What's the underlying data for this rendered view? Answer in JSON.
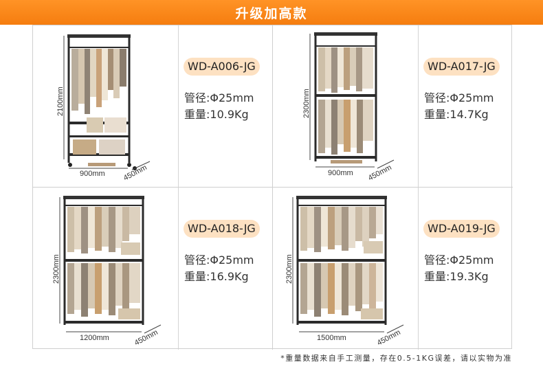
{
  "header": {
    "title": "升级加高款"
  },
  "products": [
    {
      "model": "WD-A006-JG",
      "pipe": "管径:Φ25mm",
      "weight": "重量:10.9Kg",
      "dims": {
        "height": "2100mm",
        "width": "900mm",
        "depth": "450mm"
      }
    },
    {
      "model": "WD-A017-JG",
      "pipe": "管径:Φ25mm",
      "weight": "重量:14.7Kg",
      "dims": {
        "height": "2300mm",
        "width": "900mm",
        "depth": "450mm"
      }
    },
    {
      "model": "WD-A018-JG",
      "pipe": "管径:Φ25mm",
      "weight": "重量:16.9Kg",
      "dims": {
        "height": "2300mm",
        "width": "1200mm",
        "depth": "450mm"
      }
    },
    {
      "model": "WD-A019-JG",
      "pipe": "管径:Φ25mm",
      "weight": "重量:19.3Kg",
      "dims": {
        "height": "2300mm",
        "width": "1500mm",
        "depth": "450mm"
      }
    }
  ],
  "footer": {
    "note": "*重量数据来自手工测量，存在0.5-1KG误差，请以实物为准"
  },
  "colors": {
    "header": "#f7861a",
    "badge": "#fde1c2",
    "rack": "#2b2b2b"
  }
}
